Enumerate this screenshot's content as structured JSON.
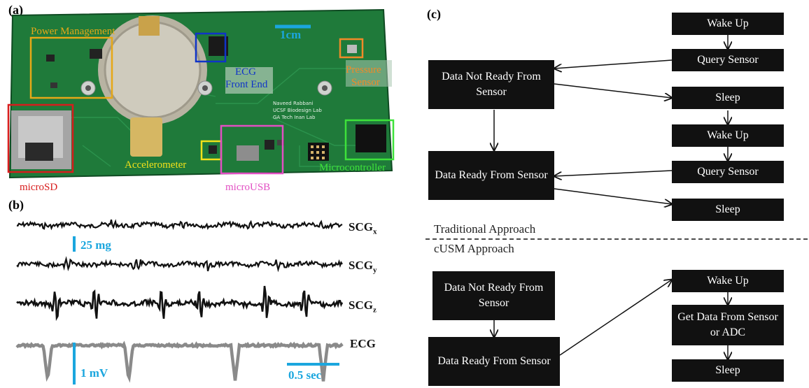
{
  "panels": {
    "a": "(a)",
    "b": "(b)",
    "c": "(c)"
  },
  "photo": {
    "scale_bar": "1cm",
    "labels": {
      "power": "Power Management",
      "ecg_line1": "ECG",
      "ecg_line2": "Front End",
      "pressure_line1": "Pressure",
      "pressure_line2": "Sensor",
      "microsd": "microSD",
      "accelerometer": "Accelerometer",
      "microusb": "microUSB",
      "microcontroller": "Microcontroller"
    },
    "silk_text": [
      "Naveed Rabbani",
      "UCSF Biodesign Lab",
      "GA Tech Inan Lab"
    ],
    "colors": {
      "pcb": "#1f7a3a",
      "power": "#e6a817",
      "ecg": "#1034c8",
      "pressure": "#f08a28",
      "microsd": "#d81d1d",
      "accelerometer": "#f2e11a",
      "microusb": "#e24fc3",
      "microcontroller": "#3ee23a"
    }
  },
  "signals": {
    "scgx": {
      "name": "SCG",
      "sub": "x"
    },
    "scgy": {
      "name": "SCG",
      "sub": "y"
    },
    "scgz": {
      "name": "SCG",
      "sub": "z"
    },
    "ecg": {
      "name": "ECG"
    },
    "scale_accel": "25 mg",
    "scale_volt": "1 mV",
    "scale_time": "0.5 sec",
    "scale_color": "#1ba6de"
  },
  "flow": {
    "traditional_label": "Traditional Approach",
    "cusm_label": "cUSM Approach",
    "trad_right": [
      "Wake Up",
      "Query Sensor",
      "Sleep",
      "Wake Up",
      "Query Sensor",
      "Sleep"
    ],
    "trad_left": [
      "Data Not Ready From Sensor",
      "Data Ready From Sensor"
    ],
    "cusm_left": [
      "Data Not Ready From Sensor",
      "Data Ready From Sensor"
    ],
    "cusm_right": [
      "Wake Up",
      "Get Data From Sensor or ADC",
      "Sleep"
    ]
  }
}
